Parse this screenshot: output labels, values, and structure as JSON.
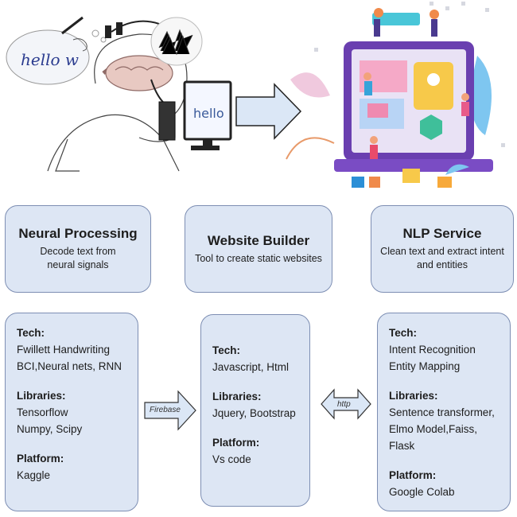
{
  "illustration": {
    "handwriting_text": "hello w",
    "monitor_text": "hello"
  },
  "headers": [
    {
      "title": "Neural Processing",
      "subtitle_lines": [
        "Decode text from",
        "neural signals"
      ]
    },
    {
      "title": "Website Builder",
      "subtitle_lines": [
        "Tool to create static websites"
      ]
    },
    {
      "title": "NLP Service",
      "subtitle_lines": [
        "Clean text and extract intent",
        "and entities"
      ]
    }
  ],
  "columns": [
    {
      "tech_label": "Tech:",
      "tech": [
        "Fwillett Handwriting",
        "BCI,Neural nets, RNN"
      ],
      "libraries_label": "Libraries:",
      "libraries": [
        "Tensorflow",
        "Numpy, Scipy"
      ],
      "platform_label": "Platform:",
      "platform": [
        "Kaggle"
      ]
    },
    {
      "tech_label": "Tech:",
      "tech": [
        "Javascript, Html"
      ],
      "libraries_label": "Libraries:",
      "libraries": [
        "Jquery, Bootstrap"
      ],
      "platform_label": "Platform:",
      "platform": [
        "Vs code"
      ]
    },
    {
      "tech_label": "Tech:",
      "tech": [
        "Intent Recognition",
        "Entity Mapping"
      ],
      "libraries_label": "Libraries:",
      "libraries": [
        "Sentence transformer,",
        "Elmo Model,Faiss, Flask"
      ],
      "platform_label": "Platform:",
      "platform": [
        "Google Colab"
      ]
    }
  ],
  "connectors": {
    "left_label": "Firebase",
    "right_label": "http"
  }
}
